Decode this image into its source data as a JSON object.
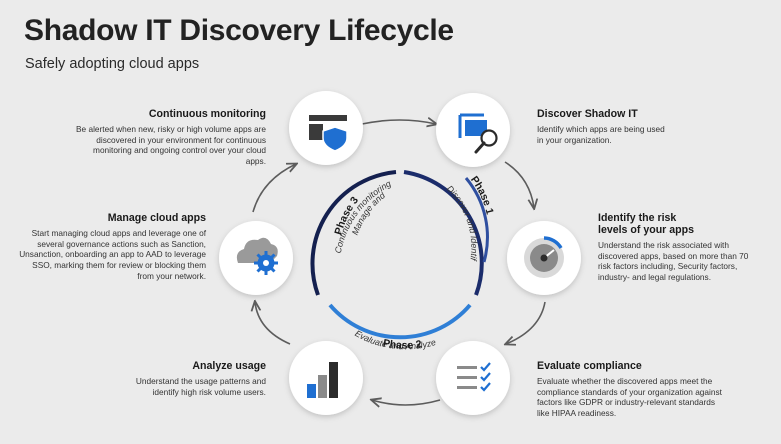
{
  "header": {
    "title": "Shadow IT Discovery Lifecycle",
    "subtitle": "Safely adopting cloud apps"
  },
  "steps": [
    {
      "title": "Continuous monitoring",
      "desc": "Be alerted when new, risky or high volume apps are discovered in your environment for continuous monitoring and ongoing control over your cloud apps.",
      "icon": "window-shield-icon"
    },
    {
      "title": "Discover Shadow IT",
      "desc": "Identify which apps are being used in your organization.",
      "icon": "search-window-icon"
    },
    {
      "title": "Identify the risk levels of your apps",
      "desc": "Understand the risk associated with discovered apps, based on more than 70 risk factors including, Security factors, industry- and legal regulations.",
      "icon": "gauge-icon"
    },
    {
      "title": "Evaluate compliance",
      "desc": "Evaluate whether the discovered apps meet the compliance standards of your organization against factors like GDPR or industry-relevant standards like HIPAA readiness.",
      "icon": "checklist-icon"
    },
    {
      "title": "Analyze usage",
      "desc": "Understand the usage patterns and identify high risk volume users.",
      "icon": "bar-chart-icon"
    },
    {
      "title": "Manage cloud apps",
      "desc": "Start managing cloud apps and leverage one of several governance actions such as Sanction, Unsanction, onboarding an app to AAD to leverage SSO, marking them for review or blocking them from your network.",
      "icon": "cloud-gear-icon"
    }
  ],
  "phases": [
    {
      "name": "Phase 1",
      "label": "Discover and Identify"
    },
    {
      "name": "Phase 2",
      "label": "Evaluate and Analyze"
    },
    {
      "name": "Phase 3",
      "label_line1": "Manage and",
      "label_line2": "Continuous monitoring"
    }
  ],
  "colors": {
    "background": "#ebebeb",
    "phase1_arc": "#1b2c6b",
    "phase2_arc": "#2f7fd6",
    "phase3_arc": "#14204f",
    "accent_blue": "#1f6fd1",
    "icon_dark": "#2b2b2b",
    "cycle_arrows": "#5c5c5c"
  }
}
